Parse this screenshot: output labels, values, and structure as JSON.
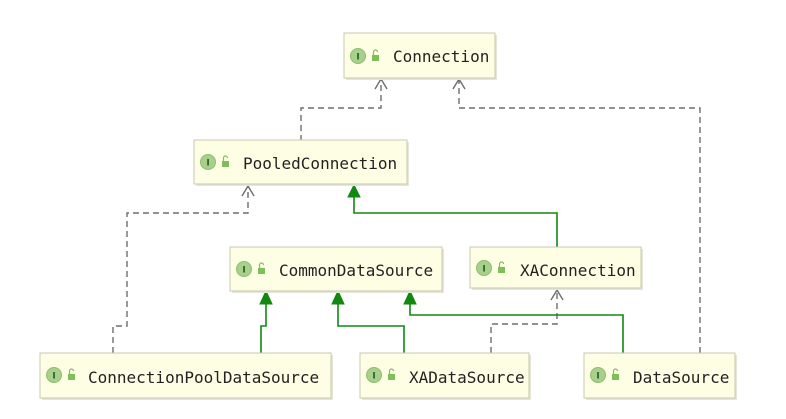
{
  "nodes": {
    "connection": {
      "label": "Connection",
      "badge": "I",
      "icon": "interface-icon"
    },
    "pooled_connection": {
      "label": "PooledConnection",
      "badge": "I",
      "icon": "interface-icon"
    },
    "common_data_source": {
      "label": "CommonDataSource",
      "badge": "I",
      "icon": "interface-icon"
    },
    "xa_connection": {
      "label": "XAConnection",
      "badge": "I",
      "icon": "interface-icon"
    },
    "connection_pool_data_source": {
      "label": "ConnectionPoolDataSource",
      "badge": "I",
      "icon": "interface-icon"
    },
    "xa_data_source": {
      "label": "XADataSource",
      "badge": "I",
      "icon": "interface-icon"
    },
    "data_source": {
      "label": "DataSource",
      "badge": "I",
      "icon": "interface-icon"
    }
  },
  "colors": {
    "node_fill": "#fefee4",
    "badge": "#a8d08d",
    "extends_edge": "#118811",
    "dependency_edge": "#6e6e6e"
  }
}
